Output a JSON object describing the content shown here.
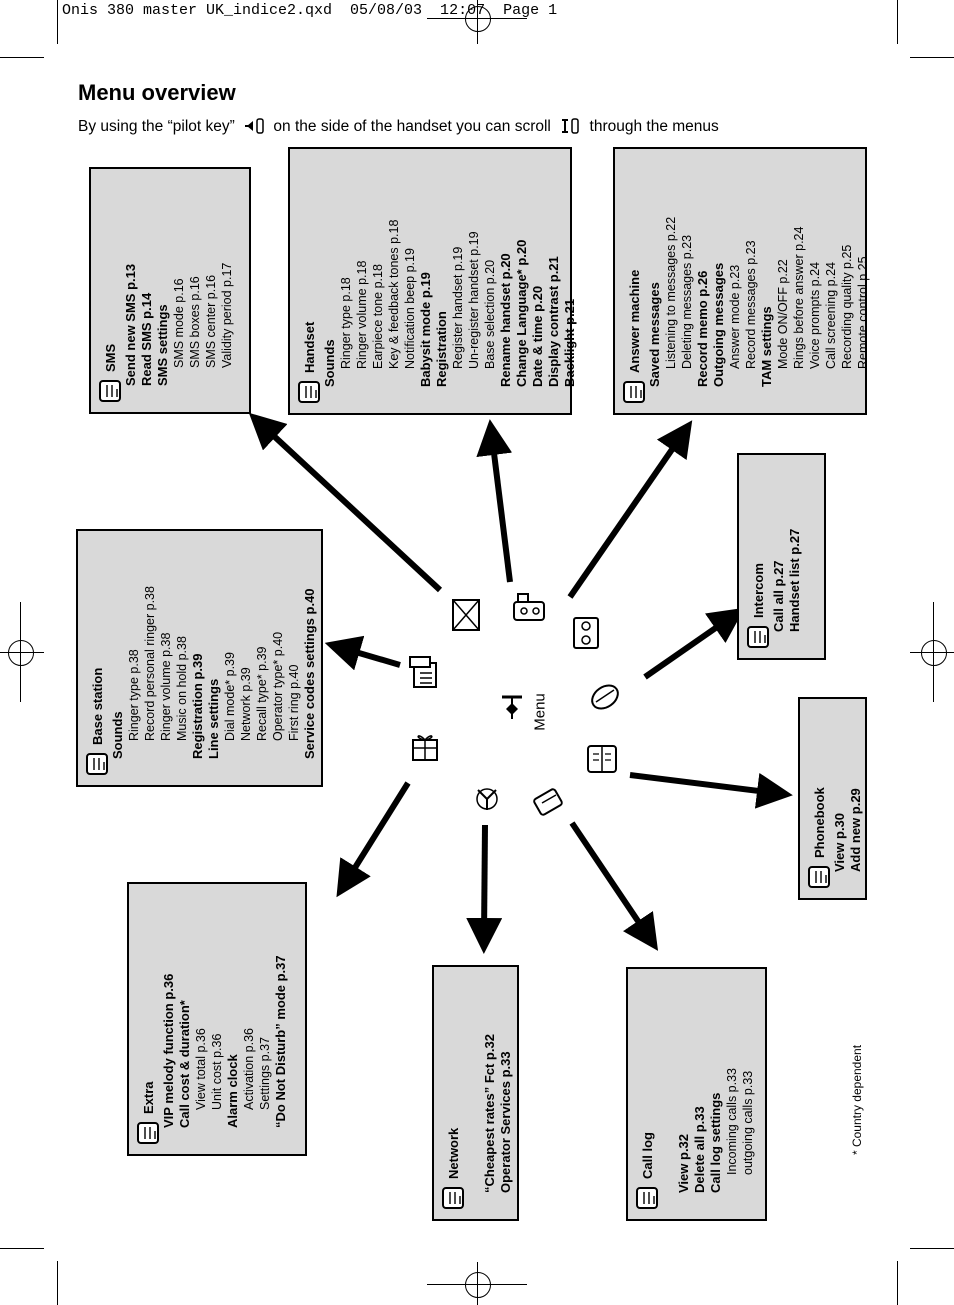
{
  "slug": "Onis 380 master UK_indice2.qxd  05/08/03  12:07  Page 1",
  "title": "Menu overview",
  "intro": {
    "before": "By using the “pilot key”",
    "middle": "on the side of the handset you can scroll",
    "after": "through the menus"
  },
  "center_label": "Menu",
  "footnote": "* Country dependent",
  "boxes": {
    "sms": {
      "title": "SMS",
      "icon": "envelope-icon",
      "lines": [
        {
          "t": "Send new SMS p.13",
          "b": true,
          "l": 1
        },
        {
          "t": "Read SMS p.14",
          "b": true,
          "l": 1
        },
        {
          "t": "SMS settings",
          "b": true,
          "l": 1
        },
        {
          "t": "SMS mode p.16",
          "b": false,
          "l": 2
        },
        {
          "t": "SMS boxes p.16",
          "b": false,
          "l": 2
        },
        {
          "t": "SMS center p.16",
          "b": false,
          "l": 2
        },
        {
          "t": "Validity period p.17",
          "b": false,
          "l": 2
        }
      ]
    },
    "handset": {
      "title": "Handset",
      "icon": "handset-icon",
      "lines": [
        {
          "t": "Sounds",
          "b": true,
          "l": 1
        },
        {
          "t": "Ringer type p.18",
          "b": false,
          "l": 2
        },
        {
          "t": "Ringer volume p.18",
          "b": false,
          "l": 2
        },
        {
          "t": "Earpiece tone p.18",
          "b": false,
          "l": 2
        },
        {
          "t": "Key & feedback tones p.18",
          "b": false,
          "l": 2
        },
        {
          "t": "Notification beep p.19",
          "b": false,
          "l": 2
        },
        {
          "t": "Babysit mode p.19",
          "b": true,
          "l": 1
        },
        {
          "t": "Registration",
          "b": true,
          "l": 1
        },
        {
          "t": "Register handset p.19",
          "b": false,
          "l": 2
        },
        {
          "t": "Un-register handset p.19",
          "b": false,
          "l": 2
        },
        {
          "t": "Base selection p.20",
          "b": false,
          "l": 2
        },
        {
          "t": "Rename handset p.20",
          "b": true,
          "l": 1
        },
        {
          "t": "Change Language* p.20",
          "b": true,
          "l": 1
        },
        {
          "t": "Date & time p.20",
          "b": true,
          "l": 1
        },
        {
          "t": "Display contrast p.21",
          "b": true,
          "l": 1
        },
        {
          "t": "Backlight p.21",
          "b": true,
          "l": 1
        }
      ]
    },
    "answer": {
      "title": "Answer machine",
      "icon": "tape-icon",
      "lines": [
        {
          "t": "Saved messages",
          "b": true,
          "l": 1
        },
        {
          "t": "Listening to messages p.22",
          "b": false,
          "l": 2
        },
        {
          "t": "Deleting messages p.23",
          "b": false,
          "l": 2
        },
        {
          "t": "Record memo p.26",
          "b": true,
          "l": 1
        },
        {
          "t": "Outgoing messages",
          "b": true,
          "l": 1
        },
        {
          "t": "Answer mode p.23",
          "b": false,
          "l": 2
        },
        {
          "t": "Record messages p.23",
          "b": false,
          "l": 2
        },
        {
          "t": "TAM settings",
          "b": true,
          "l": 1
        },
        {
          "t": "Mode ON/OFF p.22",
          "b": false,
          "l": 2
        },
        {
          "t": "Rings before answer p.24",
          "b": false,
          "l": 2
        },
        {
          "t": "Voice prompts p.24",
          "b": false,
          "l": 2
        },
        {
          "t": "Call screening p.24",
          "b": false,
          "l": 2
        },
        {
          "t": "Recording quality p.25",
          "b": false,
          "l": 2
        },
        {
          "t": "Remote control p.25",
          "b": false,
          "l": 2
        }
      ]
    },
    "intercom": {
      "title": "Intercom",
      "icon": "intercom-icon",
      "lines": [
        {
          "t": "Call all p.27",
          "b": true,
          "l": 1
        },
        {
          "t": "Handset list p.27",
          "b": true,
          "l": 1
        }
      ]
    },
    "base": {
      "title": "Base station",
      "icon": "base-icon",
      "lines": [
        {
          "t": "Sounds",
          "b": true,
          "l": 1
        },
        {
          "t": "Ringer type p.38",
          "b": false,
          "l": 2
        },
        {
          "t": "Record personal ringer p.38",
          "b": false,
          "l": 2
        },
        {
          "t": "Ringer volume p.38",
          "b": false,
          "l": 2
        },
        {
          "t": "Music on hold p.38",
          "b": false,
          "l": 2
        },
        {
          "t": "Registration p.39",
          "b": true,
          "l": 1
        },
        {
          "t": "Line settings",
          "b": true,
          "l": 1
        },
        {
          "t": "Dial mode*  p.39",
          "b": false,
          "l": 2
        },
        {
          "t": "Network p.39",
          "b": false,
          "l": 2
        },
        {
          "t": "Recall type*  p.39",
          "b": false,
          "l": 2
        },
        {
          "t": "Operator type* p.40",
          "b": false,
          "l": 2
        },
        {
          "t": "First ring p.40",
          "b": false,
          "l": 2
        },
        {
          "t": "Service codes settings p.40",
          "b": true,
          "l": 1
        }
      ]
    },
    "phonebook": {
      "title": "Phonebook",
      "icon": "phonebook-icon",
      "lines": [
        {
          "t": "View p.30",
          "b": true,
          "l": 1
        },
        {
          "t": "Add new p.29",
          "b": true,
          "l": 1
        }
      ]
    },
    "extra": {
      "title": "Extra",
      "icon": "gift-icon",
      "lines": [
        {
          "t": "VIP melody function p.36",
          "b": true,
          "l": 1
        },
        {
          "t": "Call cost & duration*",
          "b": true,
          "l": 1
        },
        {
          "t": "View total p.36",
          "b": false,
          "l": 2
        },
        {
          "t": "Unit cost p.36",
          "b": false,
          "l": 2
        },
        {
          "t": "Alarm clock",
          "b": true,
          "l": 1
        },
        {
          "t": "Activation p.36",
          "b": false,
          "l": 2
        },
        {
          "t": "Settings p.37",
          "b": false,
          "l": 2
        },
        {
          "t": "“Do Not Disturb” mode p.37",
          "b": true,
          "l": 1
        }
      ]
    },
    "network": {
      "title": "Network",
      "icon": "network-icon",
      "lines": [
        {
          "t": "",
          "b": false,
          "l": 1
        },
        {
          "t": "“Cheapest rates” Fct p.32",
          "b": true,
          "l": 1
        },
        {
          "t": "Operator Services p.33",
          "b": true,
          "l": 1
        }
      ]
    },
    "calllog": {
      "title": "Call log",
      "icon": "calllog-icon",
      "lines": [
        {
          "t": "",
          "b": false,
          "l": 1
        },
        {
          "t": "View p.32",
          "b": true,
          "l": 1
        },
        {
          "t": "Delete all p.33",
          "b": true,
          "l": 1
        },
        {
          "t": "Call log settings",
          "b": true,
          "l": 1
        },
        {
          "t": "Incoming calls p.33",
          "b": false,
          "l": 2
        },
        {
          "t": "outgoing calls p.33",
          "b": false,
          "l": 2
        }
      ]
    }
  }
}
